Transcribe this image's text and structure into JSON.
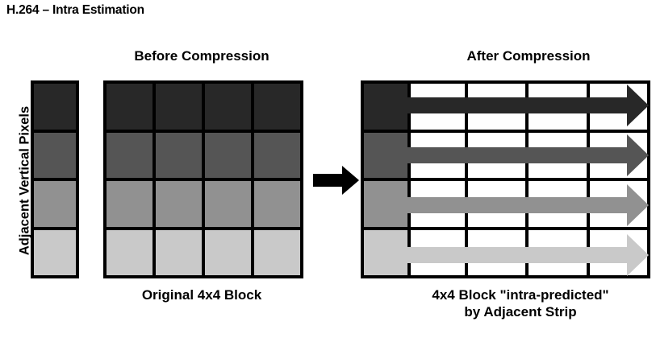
{
  "title": "H.264 – Intra Estimation",
  "axis_label": "Adjacent Vertical Pixels",
  "palette": {
    "level_1": "#282828",
    "level_2": "#555555",
    "level_3": "#919191",
    "level_4": "#c9c9c9",
    "border": "#000000",
    "cell_empty": "#ffffff",
    "background": "#ffffff",
    "arrow": "#000000"
  },
  "left": {
    "heading": "Before Compression",
    "caption": "Original 4x4 Block",
    "strip": {
      "name": "adjacent-vertical-pixel-strip",
      "rows": 4,
      "cells": [
        {
          "row": 1,
          "color": "#282828"
        },
        {
          "row": 2,
          "color": "#555555"
        },
        {
          "row": 3,
          "color": "#919191"
        },
        {
          "row": 4,
          "color": "#c9c9c9"
        }
      ]
    },
    "block": {
      "name": "original-4x4-block",
      "rows": 4,
      "cols": 4,
      "row_colors": [
        "#282828",
        "#555555",
        "#919191",
        "#c9c9c9"
      ]
    }
  },
  "transform": {
    "icon": "right-arrow-icon",
    "direction": "right"
  },
  "right": {
    "heading": "After Compression",
    "caption_line_1": "4x4 Block \"intra-predicted\"",
    "caption_line_2": "by Adjacent Strip",
    "strip": {
      "name": "adjacent-vertical-pixel-strip",
      "rows": 4,
      "cells": [
        {
          "row": 1,
          "color": "#282828"
        },
        {
          "row": 2,
          "color": "#555555"
        },
        {
          "row": 3,
          "color": "#919191"
        },
        {
          "row": 4,
          "color": "#c9c9c9"
        }
      ]
    },
    "block": {
      "name": "intra-predicted-4x4-block",
      "rows": 4,
      "cols": 4,
      "row_colors": [
        "#ffffff",
        "#ffffff",
        "#ffffff",
        "#ffffff"
      ]
    },
    "prediction_arrows": [
      {
        "row": 1,
        "color": "#282828",
        "direction": "right"
      },
      {
        "row": 2,
        "color": "#555555",
        "direction": "right"
      },
      {
        "row": 3,
        "color": "#919191",
        "direction": "right"
      },
      {
        "row": 4,
        "color": "#c9c9c9",
        "direction": "right"
      }
    ]
  }
}
